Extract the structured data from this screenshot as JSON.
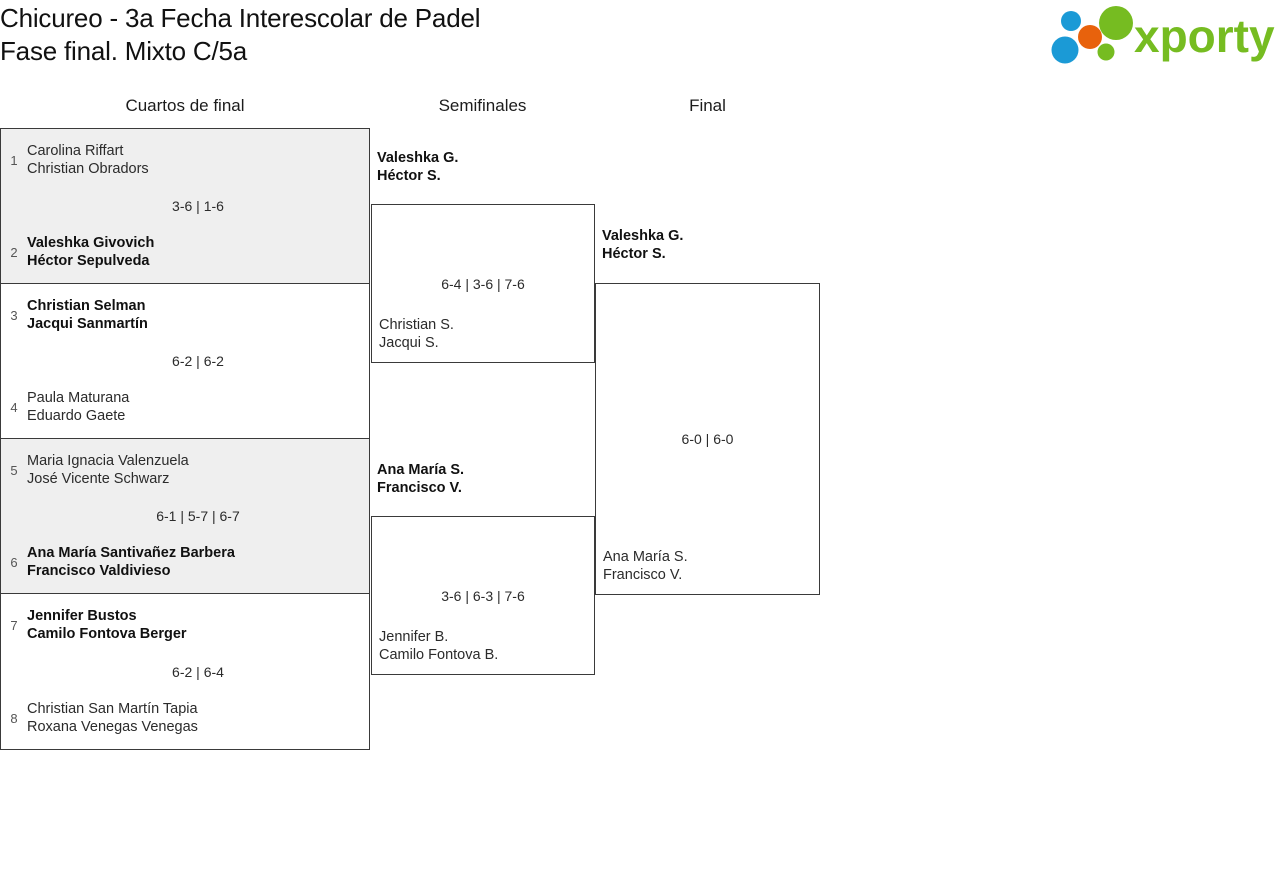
{
  "header": {
    "title_line1": "Chicureo - 3a Fecha Interescolar de Padel",
    "title_line2": "Fase final. Mixto C/5a",
    "logo_text": "xporty",
    "logo_colors": {
      "green": "#76bc21",
      "orange": "#e8620c",
      "blue": "#1b9ad6"
    }
  },
  "rounds": [
    {
      "name": "Cuartos de final"
    },
    {
      "name": "Semifinales"
    },
    {
      "name": "Final"
    }
  ],
  "quarterfinals": [
    {
      "shaded": true,
      "score": "3-6 | 1-6",
      "top": {
        "seed": "1",
        "p1": "Carolina Riffart",
        "p2": "Christian Obradors",
        "winner": false
      },
      "bottom": {
        "seed": "2",
        "p1": "Valeshka Givovich",
        "p2": "Héctor Sepulveda",
        "winner": true
      }
    },
    {
      "shaded": false,
      "score": "6-2 | 6-2",
      "top": {
        "seed": "3",
        "p1": "Christian Selman",
        "p2": "Jacqui Sanmartín",
        "winner": true
      },
      "bottom": {
        "seed": "4",
        "p1": "Paula Maturana",
        "p2": "Eduardo Gaete",
        "winner": false
      }
    },
    {
      "shaded": true,
      "score": "6-1 | 5-7 | 6-7",
      "top": {
        "seed": "5",
        "p1": "Maria Ignacia Valenzuela",
        "p2": "José Vicente Schwarz",
        "winner": false
      },
      "bottom": {
        "seed": "6",
        "p1": "Ana María Santivañez Barbera",
        "p2": "Francisco Valdivieso",
        "winner": true
      }
    },
    {
      "shaded": false,
      "score": "6-2 | 6-4",
      "top": {
        "seed": "7",
        "p1": "Jennifer Bustos",
        "p2": "Camilo Fontova Berger",
        "winner": true
      },
      "bottom": {
        "seed": "8",
        "p1": "Christian San Martín Tapia",
        "p2": "Roxana Venegas Venegas",
        "winner": false
      }
    }
  ],
  "semifinals": [
    {
      "score": "6-4 | 3-6 | 7-6",
      "top": {
        "p1": "Valeshka G.",
        "p2": "Héctor S.",
        "winner": true
      },
      "bottom": {
        "p1": "Christian S.",
        "p2": "Jacqui S.",
        "winner": false
      }
    },
    {
      "score": "3-6 | 6-3 | 7-6",
      "top": {
        "p1": "Ana María S.",
        "p2": "Francisco V.",
        "winner": true
      },
      "bottom": {
        "p1": "Jennifer B.",
        "p2": "Camilo Fontova B.",
        "winner": false
      }
    }
  ],
  "final": [
    {
      "score": "6-0 | 6-0",
      "top": {
        "p1": "Valeshka G.",
        "p2": "Héctor S.",
        "winner": true
      },
      "bottom": {
        "p1": "Ana María S.",
        "p2": "Francisco V.",
        "winner": false
      }
    }
  ]
}
